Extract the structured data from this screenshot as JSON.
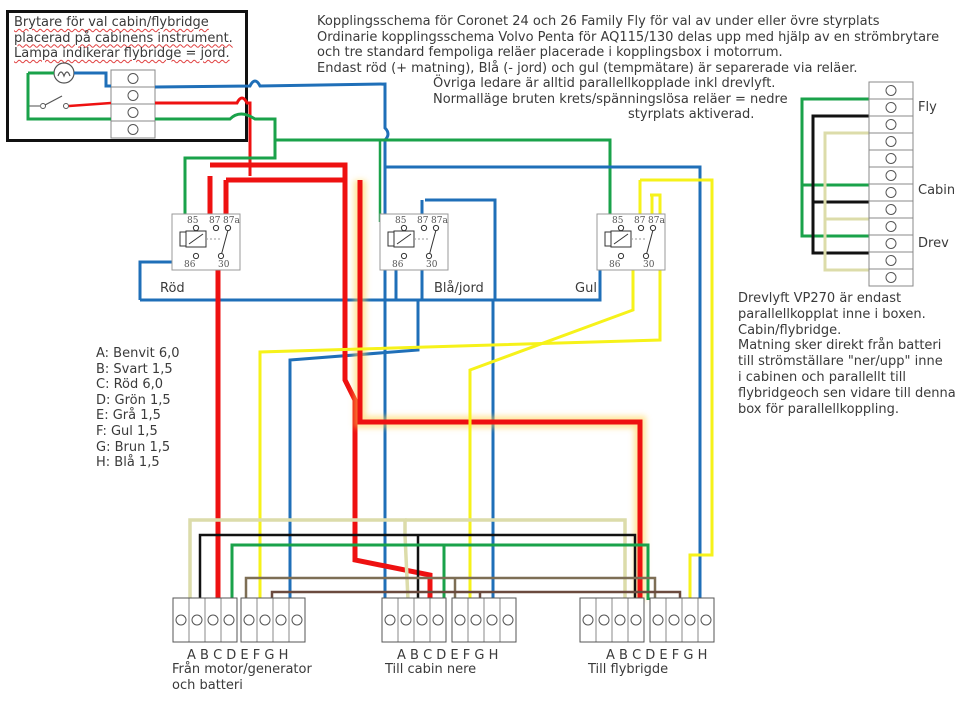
{
  "switch_note": {
    "lines": [
      "Brytare för val cabin/flybridge",
      "placerad på cabinens instrument.",
      "Lampa indikerar flybridge = jord."
    ]
  },
  "header_note": {
    "lines": [
      "Kopplingsschema för Coronet 24 och 26 Family Fly för val av under eller övre styrplats",
      "Ordinarie kopplingsschema Volvo Penta för AQ115/130 delas upp med hjälp av en strömbrytare",
      "och tre standard fempoliga reläer placerade i kopplingsbox i motorrum.",
      "Endast röd (+ matning), Blå (- jord) och gul (tempmätare) är separerade via reläer.",
      "Övriga ledare är alltid parallellkopplade inkl drevlyft.",
      "Normalläge bruten krets/spänningslösa reläer = nedre",
      "styrplats aktiverad."
    ]
  },
  "relays": [
    {
      "label": "Röd",
      "pins": [
        "85",
        "87",
        "87a",
        "86",
        "30"
      ]
    },
    {
      "label": "Blå/jord",
      "pins": [
        "85",
        "87",
        "87a",
        "86",
        "30"
      ]
    },
    {
      "label": "Gul",
      "pins": [
        "85",
        "87",
        "87a",
        "86",
        "30"
      ]
    }
  ],
  "legend": {
    "items": [
      "A: Benvit 6,0",
      "B: Svart 1,5",
      "C: Röd 6,0",
      "D: Grön 1,5",
      "E: Grå 1,5",
      "F: Gul 1,5",
      "G: Brun 1,5",
      "H: Blå 1,5"
    ]
  },
  "trim_block": {
    "labels": [
      "Fly",
      "Cabin",
      "Drev"
    ]
  },
  "trim_note": {
    "lines": [
      "Drevlyft VP270 är endast",
      "parallellkopplat inne i boxen.",
      "Cabin/flybridge.",
      "Matning sker direkt från batteri",
      "till strömställare \"ner/upp\" inne",
      "i cabinen och parallellt till",
      "flybridgeoch sen vidare till denna",
      "box för parallellkoppling."
    ]
  },
  "connectors": [
    {
      "letters": "A B C D E F G H",
      "caption": [
        "Från motor/generator",
        "och batteri"
      ]
    },
    {
      "letters": "A B C D E F G H",
      "caption": [
        "Till cabin nere"
      ]
    },
    {
      "letters": "A B C D E F G H",
      "caption": [
        "Till flybrigde"
      ]
    }
  ],
  "wire_colors": {
    "red": "#ee1111",
    "blue": "#1f6fb8",
    "green": "#1aa24a",
    "yellow": "#f6f21a",
    "beige": "#dcdcaa",
    "black": "#111111",
    "grey_brown": "#7d6e55",
    "brown": "#6b4a3e"
  }
}
